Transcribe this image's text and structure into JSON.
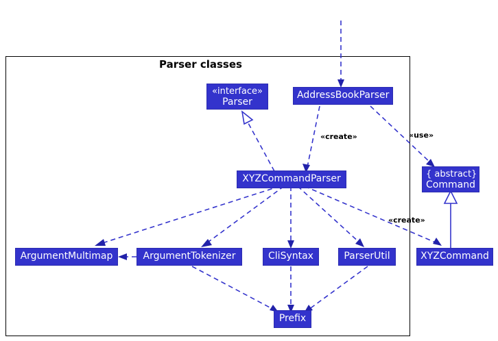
{
  "diagram": {
    "type": "uml-class-diagram",
    "frame": {
      "title": "Parser classes"
    },
    "nodes": [
      {
        "id": "parser",
        "stereotype": "«interface»",
        "name": "Parser"
      },
      {
        "id": "addressbookparser",
        "stereotype": "",
        "name": "AddressBookParser"
      },
      {
        "id": "xyzcommandparser",
        "stereotype": "",
        "name": "XYZCommandParser"
      },
      {
        "id": "command",
        "stereotype": "{ abstract}",
        "name": "Command"
      },
      {
        "id": "argumentmultimap",
        "stereotype": "",
        "name": "ArgumentMultimap"
      },
      {
        "id": "argumenttokenizer",
        "stereotype": "",
        "name": "ArgumentTokenizer"
      },
      {
        "id": "clisyntax",
        "stereotype": "",
        "name": "CliSyntax"
      },
      {
        "id": "parserutil",
        "stereotype": "",
        "name": "ParserUtil"
      },
      {
        "id": "xyzcommand",
        "stereotype": "",
        "name": "XYZCommand"
      },
      {
        "id": "prefix",
        "stereotype": "",
        "name": "Prefix"
      }
    ],
    "edge_labels": [
      {
        "id": "create-xyzparser",
        "text": "«create»"
      },
      {
        "id": "use-command",
        "text": "«use»"
      },
      {
        "id": "create-xyzcmd",
        "text": "«create»"
      }
    ],
    "colors": {
      "node_fill": "#3333CC",
      "node_text": "#FFFFFF",
      "edge": "#3333CC",
      "frame": "#000000",
      "background": "#FFFFFF"
    }
  }
}
